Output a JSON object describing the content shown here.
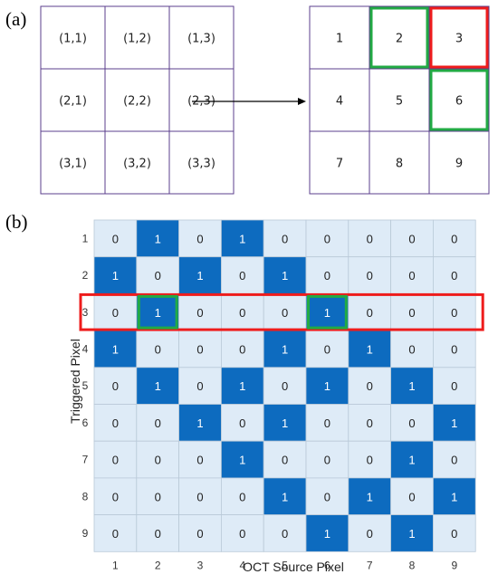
{
  "panel_a": {
    "label": "(a)",
    "left_grid": [
      [
        "(1,1)",
        "(1,2)",
        "(1,3)"
      ],
      [
        "(2,1)",
        "(2,2)",
        "(2,3)"
      ],
      [
        "(3,1)",
        "(3,2)",
        "(3,3)"
      ]
    ],
    "right_grid": [
      [
        "1",
        "2",
        "3"
      ],
      [
        "4",
        "5",
        "6"
      ],
      [
        "7",
        "8",
        "9"
      ]
    ],
    "highlights": [
      {
        "row": 0,
        "col": 1,
        "color": "#22aa44"
      },
      {
        "row": 0,
        "col": 2,
        "color": "#ee1c1c"
      },
      {
        "row": 1,
        "col": 2,
        "color": "#22aa44"
      }
    ],
    "grid_line_color": "#5b3f8c"
  },
  "panel_b": {
    "label": "(b)",
    "chart_data": {
      "type": "heatmap",
      "xlabel": "OCT Source Pixel",
      "ylabel": "Triggered Pixel",
      "x": [
        "1",
        "2",
        "3",
        "4",
        "5",
        "6",
        "7",
        "8",
        "9"
      ],
      "y": [
        "1",
        "2",
        "3",
        "4",
        "5",
        "6",
        "7",
        "8",
        "9"
      ],
      "values": [
        [
          0,
          1,
          0,
          1,
          0,
          0,
          0,
          0,
          0
        ],
        [
          1,
          0,
          1,
          0,
          1,
          0,
          0,
          0,
          0
        ],
        [
          0,
          1,
          0,
          0,
          0,
          1,
          0,
          0,
          0
        ],
        [
          1,
          0,
          0,
          0,
          1,
          0,
          1,
          0,
          0
        ],
        [
          0,
          1,
          0,
          1,
          0,
          1,
          0,
          1,
          0
        ],
        [
          0,
          0,
          1,
          0,
          1,
          0,
          0,
          0,
          1
        ],
        [
          0,
          0,
          0,
          1,
          0,
          0,
          0,
          1,
          0
        ],
        [
          0,
          0,
          0,
          0,
          1,
          0,
          1,
          0,
          1
        ],
        [
          0,
          0,
          0,
          0,
          0,
          1,
          0,
          1,
          0
        ]
      ],
      "colors": {
        "one": "#0d6bbf",
        "zero": "#deebf7",
        "text_one": "#ffffff",
        "text_zero": "#222222",
        "grid": "#b9c9d8"
      },
      "highlight_row": {
        "row": 2,
        "color": "#ee1c1c"
      },
      "highlight_cells": [
        {
          "row": 2,
          "col": 1,
          "color": "#22aa44"
        },
        {
          "row": 2,
          "col": 5,
          "color": "#22aa44"
        }
      ]
    }
  }
}
